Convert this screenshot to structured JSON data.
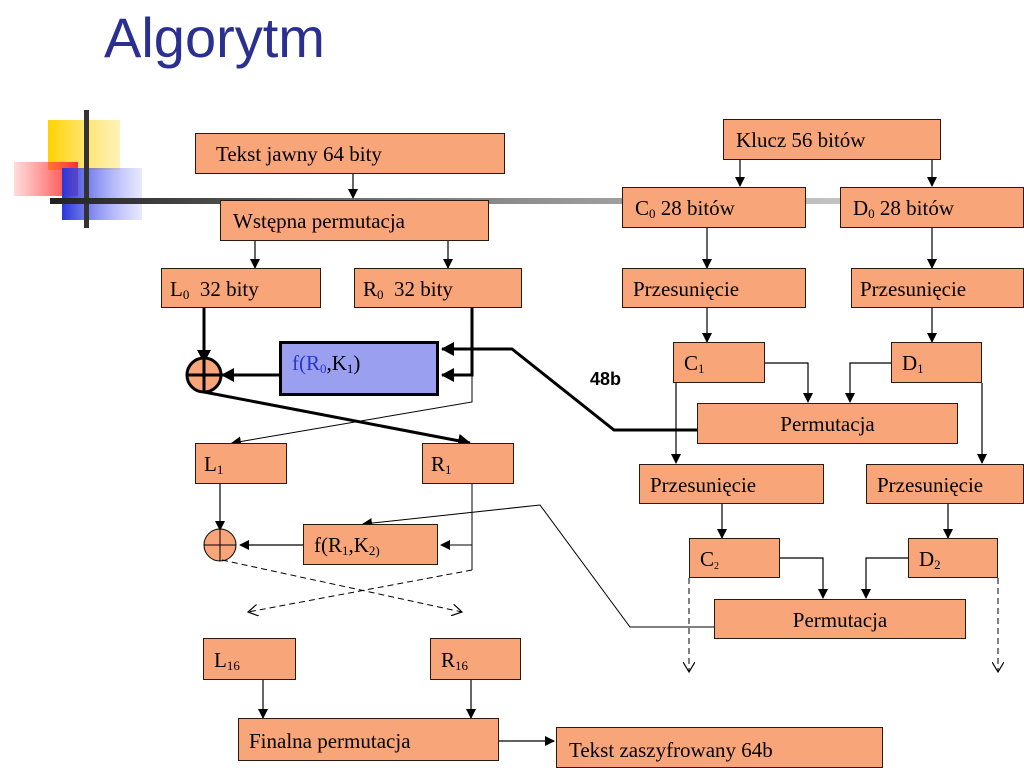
{
  "title": "Algorytm",
  "boxes": {
    "plaintext": "Tekst jawny 64 bity",
    "initial_perm": "Wstępna permutacja",
    "l0": {
      "main": "L",
      "sub": "0",
      "rest": "  32 bity"
    },
    "r0": {
      "main": "R",
      "sub": "0",
      "rest": "  32 bity"
    },
    "f1": {
      "a": "f(R",
      "b": "0",
      "c": ",K",
      "d": "1",
      "e": ")"
    },
    "l1": {
      "main": "L",
      "sub": "1"
    },
    "r1": {
      "main": "R",
      "sub": "1"
    },
    "f2": {
      "a": "f(R",
      "b": "1",
      "c": ",K",
      "d": "2)",
      "e": ""
    },
    "l16": {
      "main": "L",
      "sub": "16"
    },
    "r16": {
      "main": "R",
      "sub": "16"
    },
    "final_perm": "Finalna permutacja",
    "ciphertext": "Tekst zaszyfrowany 64b",
    "key": "Klucz 56 bitów",
    "c0": {
      "main": "C",
      "sub": "0",
      "rest": " 28 bitów"
    },
    "d0": {
      "main": "D",
      "sub": "0",
      "rest": " 28 bitów"
    },
    "shift_c1": "Przesunięcie",
    "shift_d1": "Przesunięcie",
    "c1": {
      "main": "C",
      "sub": "1"
    },
    "d1": {
      "main": "D",
      "sub": "1"
    },
    "perm1": "Permutacja",
    "shift_c2": "Przesunięcie",
    "shift_d2": "Przesunięcie",
    "c2": {
      "main": "C",
      "sub": "2"
    },
    "d2": {
      "main": "D",
      "sub": "2"
    },
    "perm2": "Permutacja"
  },
  "label_48b": "48b",
  "colors": {
    "box": "#f9a57a",
    "fbox": "#9aa0ef",
    "title": "#2b2f8f",
    "ftext": "#2a36c8"
  }
}
